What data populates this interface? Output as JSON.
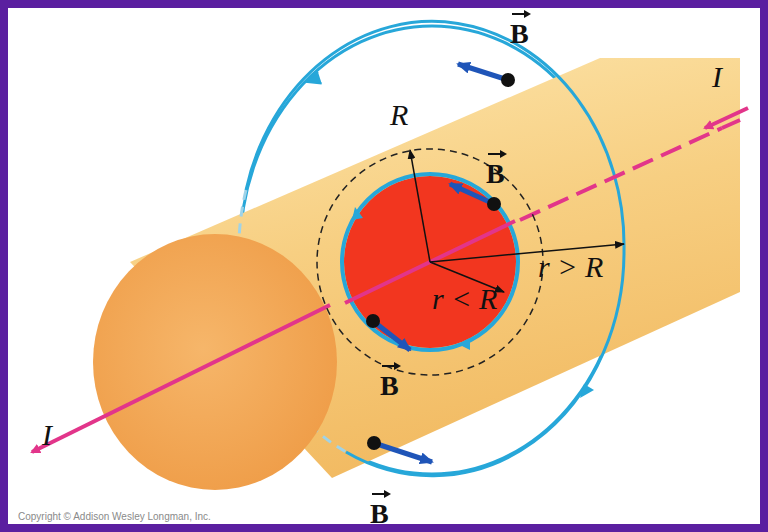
{
  "diagram": {
    "labels": [
      "B",
      "B",
      "B",
      "B",
      "I",
      "I",
      "R",
      "r < R",
      "r > R",
      "Copyright © Addison Wesley Longman, Inc."
    ]
  }
}
